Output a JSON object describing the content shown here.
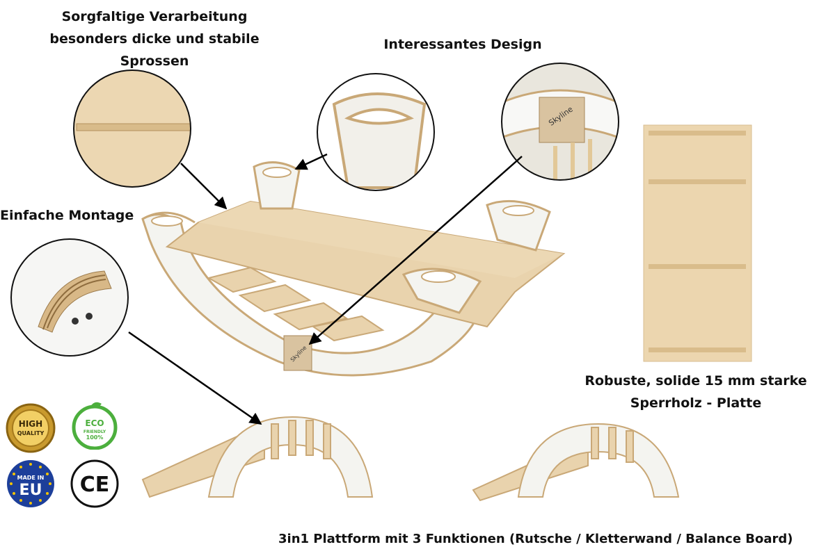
{
  "labels": {
    "top_left_line1": "Sorgfaltige Verarbeitung",
    "top_left_line2": "besonders dicke und stabile",
    "top_left_line3": "Sprossen",
    "design": "Interessantes Design",
    "montage": "Einfache Montage",
    "robust_line1": "Robuste, solide 15 mm starke",
    "robust_line2": "Sperrholz - Platte",
    "bottom": "3in1 Plattform mit 3 Funktionen (Rutsche / Kletterwand / Balance Board)"
  },
  "badges": {
    "high_quality_line1": "HIGH",
    "high_quality_line2": "QUALITY",
    "eco_line1": "ECO",
    "eco_line2": "FRIENDLY",
    "eco_line3": "100%",
    "eu_line1": "MADE IN",
    "eu_line2": "EU",
    "ce": "CE"
  },
  "brand": {
    "name": "Skyline"
  },
  "colors": {
    "wood": "#e9d3ad",
    "wood_dark": "#c9a877",
    "white_panel": "#f4f4f0",
    "gold": "#c99a2e",
    "eco_green": "#4caf3d",
    "eu_blue": "#1d3f9a",
    "eu_star": "#f5c400"
  }
}
